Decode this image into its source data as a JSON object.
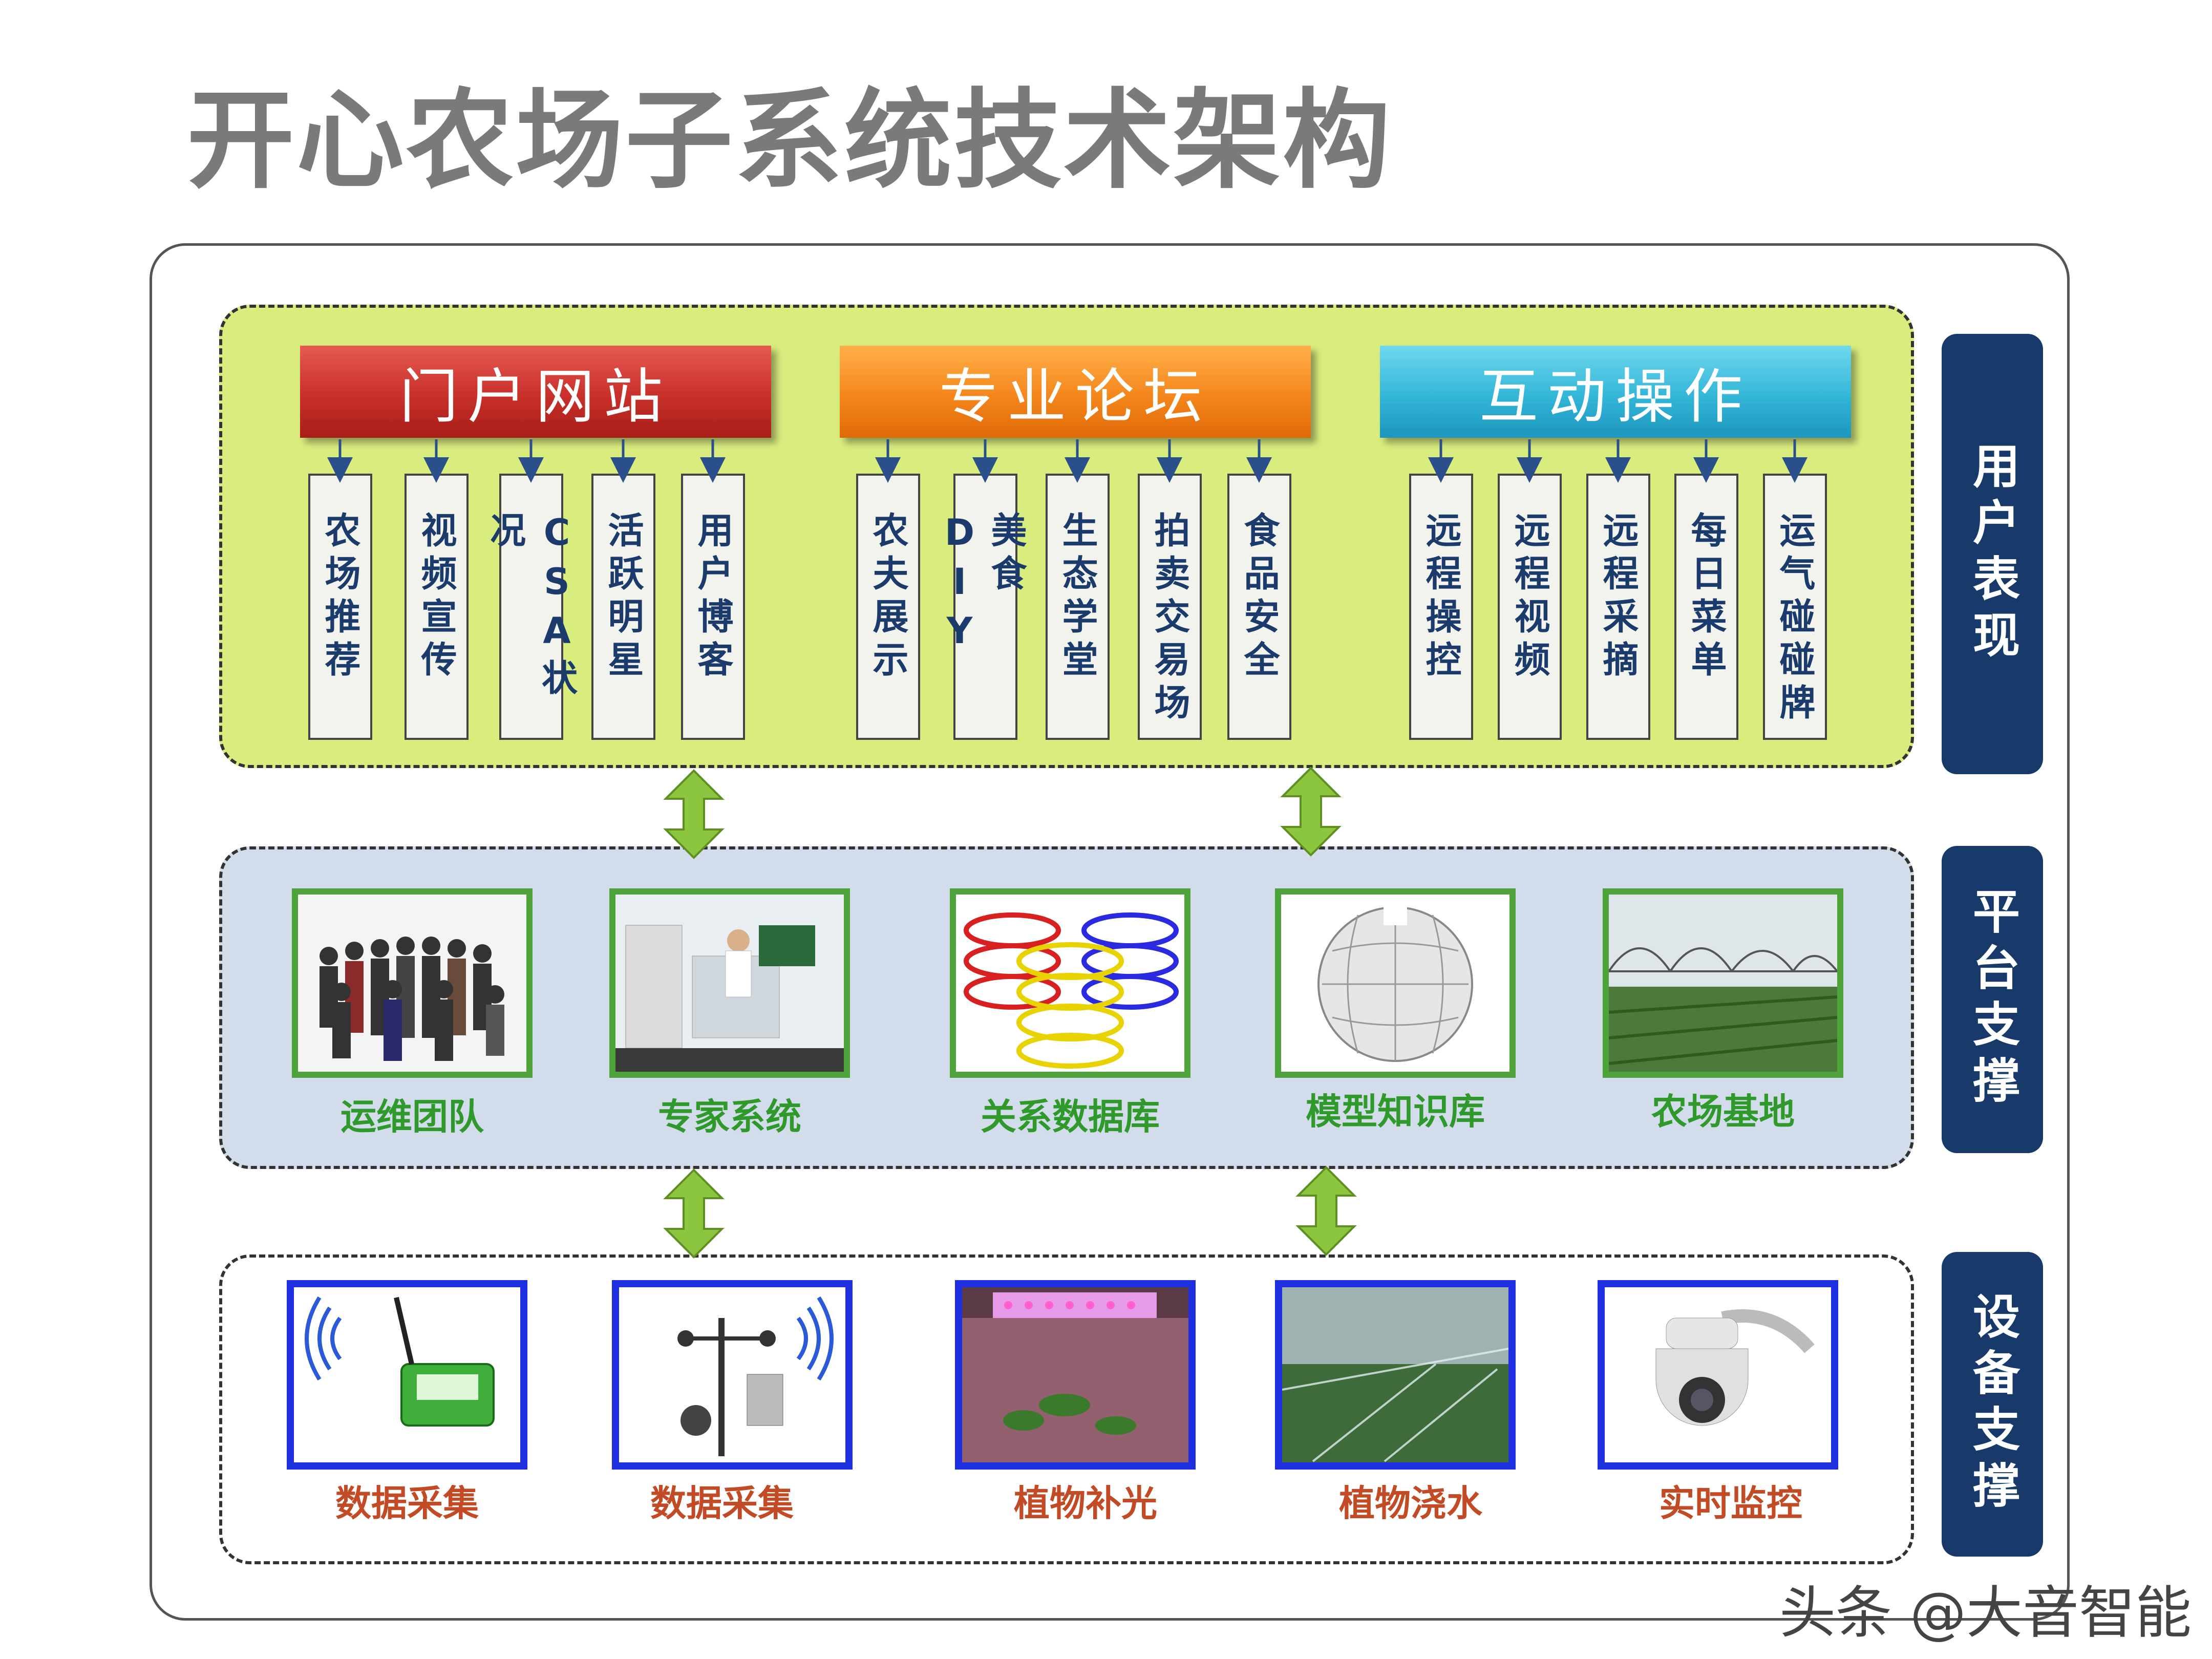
{
  "title": "开心农场子系统技术架构",
  "layers": [
    {
      "label": "用户表现"
    },
    {
      "label": "平台支撑"
    },
    {
      "label": "设备支撑"
    }
  ],
  "user_groups": [
    {
      "header": "门户网站",
      "items": [
        "农场推荐",
        "视频宣传",
        "CSA状况",
        "活跃明星",
        "用户博客"
      ]
    },
    {
      "header": "专业论坛",
      "items": [
        "农夫展示",
        "美食DIY",
        "生态学堂",
        "拍卖交易场",
        "食品安全"
      ]
    },
    {
      "header": "互动操作",
      "items": [
        "远程操控",
        "远程视频",
        "远程采摘",
        "每日菜单",
        "运气碰碰牌"
      ]
    }
  ],
  "platform": [
    "运维团队",
    "专家系统",
    "关系数据库",
    "模型知识库",
    "农场基地"
  ],
  "devices": [
    "数据采集",
    "数据采集",
    "植物补光",
    "植物浇水",
    "实时监控"
  ],
  "watermark": "头条 @大音智能",
  "colors": {
    "layer_bg": "#173a6b",
    "portal": "#c8302a",
    "forum": "#f4861c",
    "interact": "#33b6d8",
    "arrow": "#8cc63f"
  }
}
